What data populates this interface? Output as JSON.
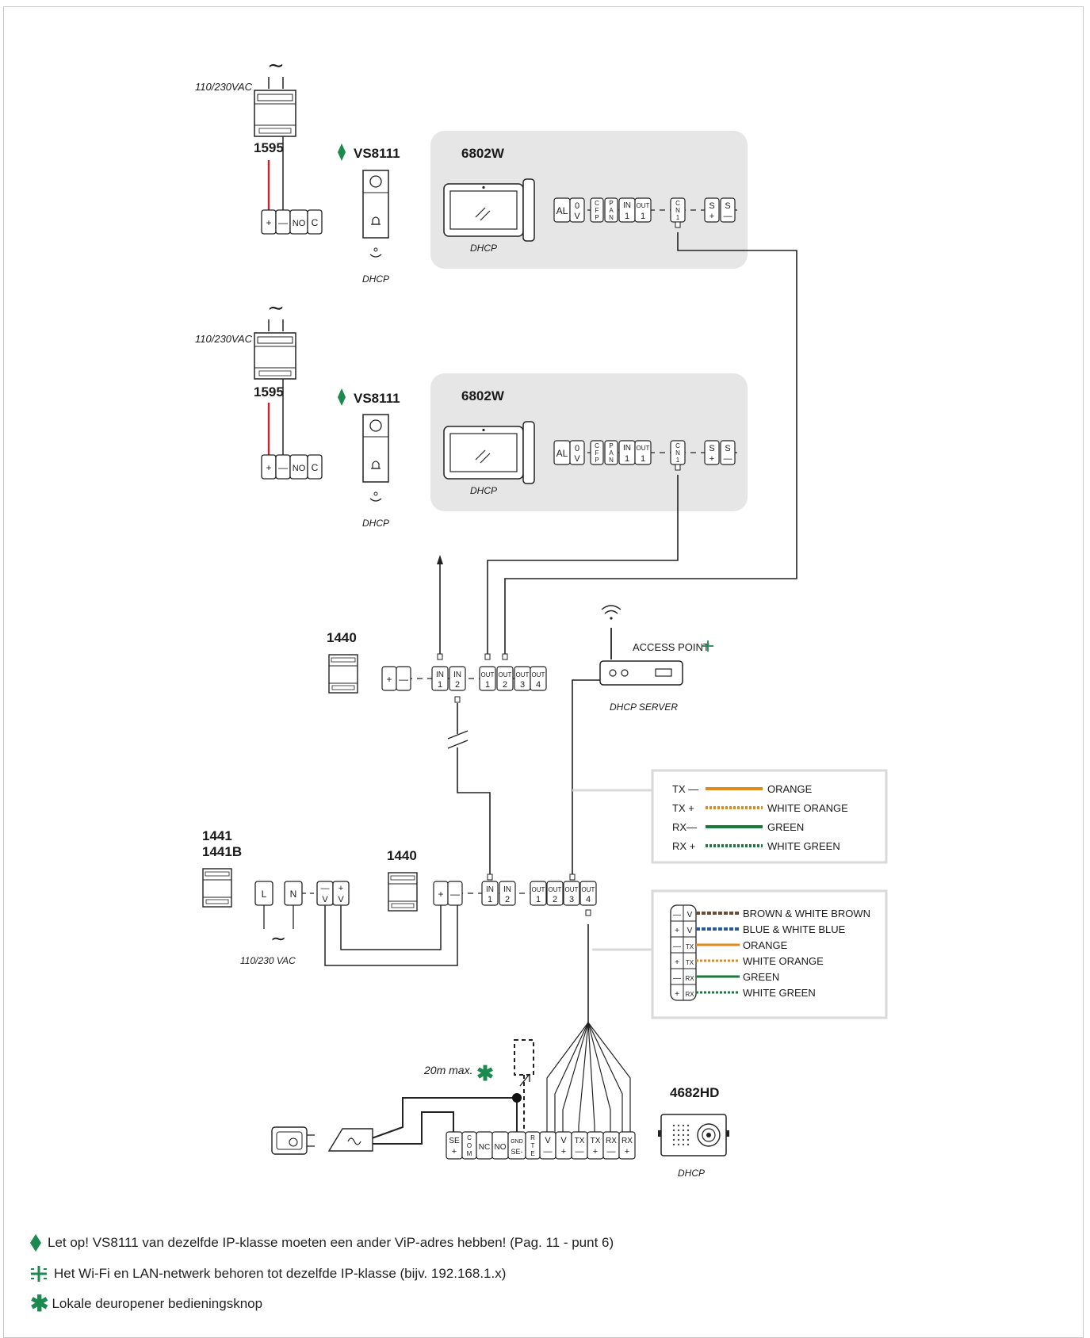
{
  "colors": {
    "panel": "#e6e6e6",
    "accent": "#1a8a4f",
    "red": "#d0202a",
    "orange": "#e08a1e",
    "green": "#1a7a3e",
    "brown": "#6b4a2e",
    "blue": "#2a5a9a"
  },
  "psu": {
    "model": "1595",
    "voltage": "110/230VAC",
    "terminals": [
      "+",
      "—",
      "NO",
      "C"
    ]
  },
  "entrance": {
    "model": "VS8111",
    "mode": "DHCP",
    "mark": "diamond-icon"
  },
  "monitor": {
    "model": "6802W",
    "mode": "DHCP",
    "terminals": [
      [
        "AL"
      ],
      [
        "0",
        "V"
      ],
      [
        "C",
        "F",
        "P"
      ],
      [
        "P",
        "A",
        "N"
      ],
      [
        "IN",
        "1"
      ],
      [
        "OUT",
        "1"
      ],
      [
        "C",
        "N",
        "1"
      ],
      [
        "S",
        "+"
      ],
      [
        "S",
        "—"
      ]
    ]
  },
  "switch": {
    "model": "1440",
    "terminals_in": [
      [
        "+"
      ],
      [
        "—"
      ],
      [
        "IN",
        "1"
      ],
      [
        "IN",
        "2"
      ],
      [
        "OUT",
        "1"
      ],
      [
        "OUT",
        "2"
      ],
      [
        "OUT",
        "3"
      ],
      [
        "OUT",
        "4"
      ]
    ]
  },
  "access_point": {
    "label": "ACCESS POINT",
    "sub": "DHCP SERVER"
  },
  "power": {
    "model_a": "1441",
    "model_b": "1441B",
    "voltage": "110/230 VAC",
    "terminals": [
      [
        "L"
      ],
      [
        "N"
      ],
      [
        "—",
        "V"
      ],
      [
        "+",
        "V"
      ]
    ]
  },
  "legend_top": [
    {
      "pin": "TX —",
      "color": "ORANGE"
    },
    {
      "pin": "TX +",
      "color": "WHITE ORANGE"
    },
    {
      "pin": "RX—",
      "color": "GREEN"
    },
    {
      "pin": "RX +",
      "color": "WHITE GREEN"
    }
  ],
  "legend_bottom": [
    {
      "pin_a": "—",
      "pin_b": "V",
      "color": "BROWN & WHITE BROWN"
    },
    {
      "pin_a": "+",
      "pin_b": "V",
      "color": "BLUE & WHITE BLUE"
    },
    {
      "pin_a": "—",
      "pin_b": "TX",
      "color": "ORANGE"
    },
    {
      "pin_a": "+",
      "pin_b": "TX",
      "color": "WHITE ORANGE"
    },
    {
      "pin_a": "—",
      "pin_b": "RX",
      "color": "GREEN"
    },
    {
      "pin_a": "+",
      "pin_b": "RX",
      "color": "WHITE GREEN"
    }
  ],
  "outdoor": {
    "model": "4682HD",
    "mode": "DHCP",
    "max_distance": "20m max.",
    "terminals": [
      [
        "SE",
        "+"
      ],
      [
        "C",
        "O",
        "M"
      ],
      [
        "NC"
      ],
      [
        "NO"
      ],
      [
        "GND",
        "SE-"
      ],
      [
        "R",
        "T",
        "E"
      ],
      [
        "V",
        "—"
      ],
      [
        "V",
        "+"
      ],
      [
        "TX",
        "—"
      ],
      [
        "TX",
        "+"
      ],
      [
        "RX",
        "—"
      ],
      [
        "RX",
        "+"
      ]
    ]
  },
  "notes": [
    {
      "icon": "diamond-icon",
      "text": "Let op! VS8111 van dezelfde IP-klasse moeten een ander ViP-adres hebben! (Pag. 11 - punt 6)"
    },
    {
      "icon": "wifi-lan-icon",
      "text": "Het Wi-Fi en LAN-netwerk behoren tot dezelfde IP-klasse (bijv. 192.168.1.x)"
    },
    {
      "icon": "star-icon",
      "text": "Lokale deuropener bedieningsknop"
    }
  ]
}
